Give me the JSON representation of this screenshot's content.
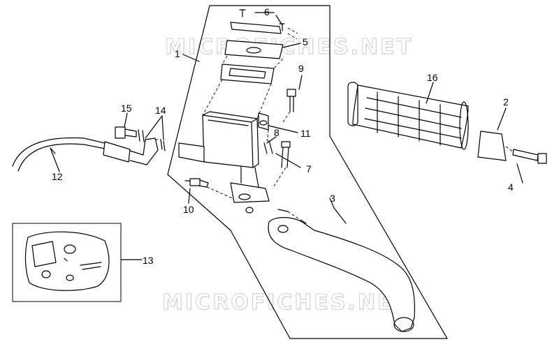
{
  "watermark": "MICROFICHES.NET",
  "callouts": [
    "1",
    "2",
    "3",
    "4",
    "5",
    "6",
    "7",
    "8",
    "9",
    "10",
    "11",
    "12",
    "13",
    "14",
    "15",
    "16"
  ],
  "colors": {
    "line": "#000000",
    "background": "#ffffff",
    "watermark_outline": "#d0d0d0"
  }
}
